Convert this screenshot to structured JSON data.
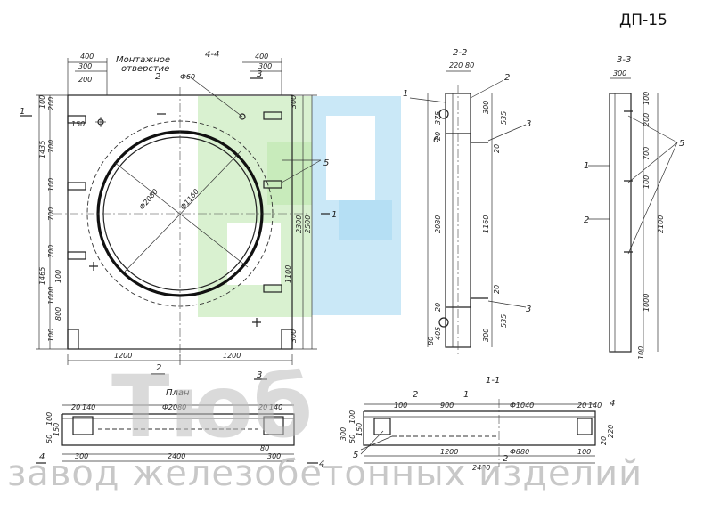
{
  "title": "ДП-15",
  "watermark": {
    "brand": "Тюб",
    "slogan": "завод железобетонных изделий"
  },
  "plan_view": {
    "caption": "План",
    "section_mark": "4-4",
    "note_line1": "Монтажное",
    "note_line2": "отверстие",
    "note_dia": "Ф60",
    "dims_top": [
      "400",
      "300",
      "200",
      "150",
      "400",
      "300"
    ],
    "dims_left": [
      "100",
      "200",
      "1435",
      "700",
      "700",
      "700",
      "100",
      "1465",
      "100",
      "800",
      "1000",
      "100"
    ],
    "dims_right": [
      "300",
      "300",
      "2300",
      "2500",
      "1100"
    ],
    "dims_bottom": [
      "1200",
      "1200"
    ],
    "inner_dia": "Ф2080",
    "outer_dia": "Ф1160",
    "leader_5": "5",
    "cut_1": "1",
    "cut_2": "2",
    "cut_3": "3"
  },
  "section_2_2": {
    "label": "2-2",
    "dims": [
      "220",
      "80",
      "375",
      "300",
      "535",
      "20",
      "20",
      "2080",
      "1160",
      "20",
      "20",
      "405",
      "300",
      "535",
      "80"
    ],
    "callouts": [
      "1",
      "2",
      "3",
      "3",
      "6"
    ]
  },
  "section_3_3": {
    "label": "3-3",
    "dims": [
      "300",
      "100",
      "200",
      "700",
      "100",
      "2100",
      "1000",
      "100"
    ],
    "callouts": [
      "1",
      "2",
      "5"
    ]
  },
  "section_4_4": {
    "dims": [
      "20",
      "140",
      "Ф2080",
      "20",
      "140",
      "50",
      "150",
      "100",
      "300",
      "2400",
      "80",
      "300"
    ],
    "cut": "4"
  },
  "section_1_1": {
    "label": "1-1",
    "dims": [
      "100",
      "900",
      "Ф1040",
      "20",
      "140",
      "300",
      "50",
      "150",
      "100",
      "1200",
      "Ф880",
      "100",
      "2400",
      "220",
      "20"
    ],
    "callouts": [
      "1",
      "2",
      "4",
      "5",
      "2"
    ]
  }
}
